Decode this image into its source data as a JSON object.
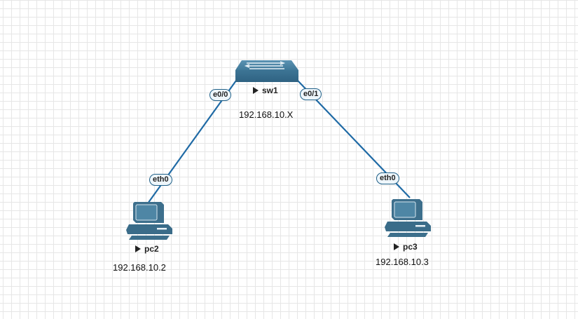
{
  "nodes": {
    "sw1": {
      "name": "sw1",
      "ip": "192.168.10.X",
      "type": "switch"
    },
    "pc2": {
      "name": "pc2",
      "ip": "192.168.10.2",
      "type": "pc"
    },
    "pc3": {
      "name": "pc3",
      "ip": "192.168.10.3",
      "type": "pc"
    }
  },
  "links": [
    {
      "from": "sw1",
      "from_iface": "e0/0",
      "to": "pc2",
      "to_iface": "eth0"
    },
    {
      "from": "sw1",
      "from_iface": "e0/1",
      "to": "pc3",
      "to_iface": "eth0"
    }
  ],
  "colors": {
    "device": "#3a6f8f",
    "link": "#1f6aa5"
  }
}
